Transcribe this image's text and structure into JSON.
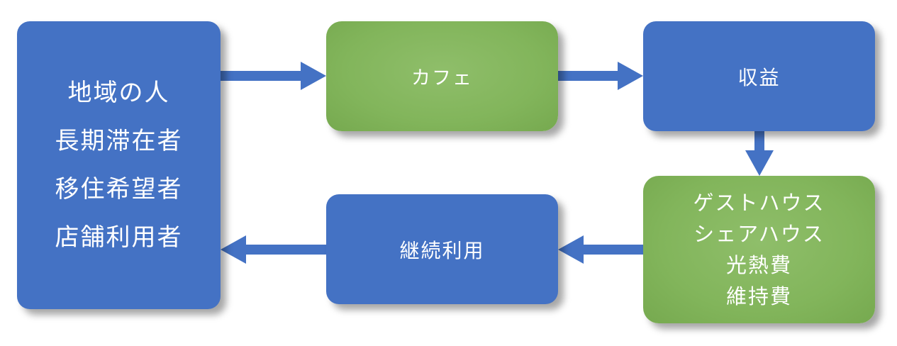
{
  "colors": {
    "blue_box": "#4472c4",
    "green_box": "#82b55b",
    "arrow": "#4472c4",
    "text": "#ffffff"
  },
  "nodes": {
    "audience": {
      "lines": [
        "地域の人",
        "長期滞在者",
        "移住希望者",
        "店舗利用者"
      ]
    },
    "cafe": {
      "lines": [
        "カフェ"
      ]
    },
    "revenue": {
      "lines": [
        "収益"
      ]
    },
    "guesthouse": {
      "lines": [
        "ゲストハウス",
        "シェアハウス",
        "光熱費",
        "維持費"
      ]
    },
    "continued_use": {
      "lines": [
        "継続利用"
      ]
    }
  },
  "edges": [
    {
      "from": "audience",
      "to": "cafe"
    },
    {
      "from": "cafe",
      "to": "revenue"
    },
    {
      "from": "revenue",
      "to": "guesthouse"
    },
    {
      "from": "guesthouse",
      "to": "continued_use"
    },
    {
      "from": "continued_use",
      "to": "audience"
    }
  ]
}
